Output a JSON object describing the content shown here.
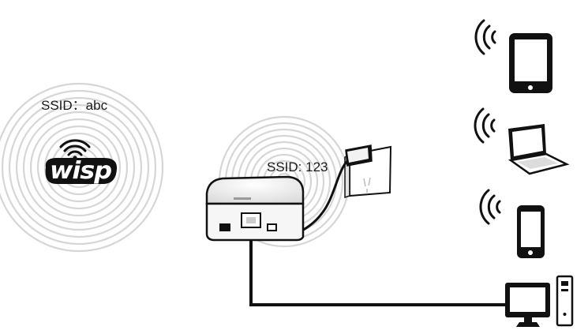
{
  "wisp_ap": {
    "ssid_label": "SSID：abc",
    "logo_text": "wisp"
  },
  "router": {
    "ssid_label": "SSID: 123"
  },
  "clients": [
    {
      "type": "tablet",
      "wireless": true
    },
    {
      "type": "laptop",
      "wireless": true
    },
    {
      "type": "smartphone",
      "wireless": true
    },
    {
      "type": "desktop-computer",
      "wireless": false
    }
  ],
  "colors": {
    "line": "#111111",
    "ring": "#d6d6d6",
    "device_body": "#f4f4f4"
  }
}
